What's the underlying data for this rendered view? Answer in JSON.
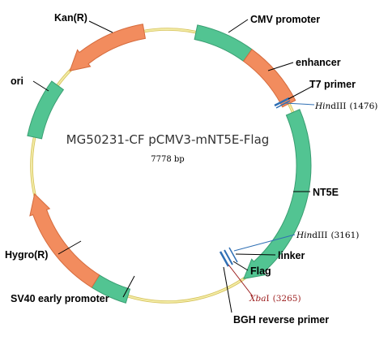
{
  "plasmid": {
    "name": "MG50231-CF pCMV3-mNT5E-Flag",
    "size": "7778 bp"
  },
  "colors": {
    "backbone": "#f2eba6",
    "backbone_edge": "#d6c25a",
    "green": "#52c492",
    "green_edge": "#3a9e72",
    "orange": "#f28c5e",
    "orange_edge": "#d56b3d",
    "blue_site": "#2f6fb4",
    "leader": "#000000"
  },
  "features": [
    {
      "name": "CMV promoter",
      "color": "green"
    },
    {
      "name": "enhancer",
      "color": "orange"
    },
    {
      "name": "T7 primer",
      "color": "blue_site"
    },
    {
      "name": "NT5E",
      "color": "green"
    },
    {
      "name": "linker",
      "color": "blue_site"
    },
    {
      "name": "Flag",
      "color": "blue_site"
    },
    {
      "name": "BGH reverse primer",
      "color": "blue_site"
    },
    {
      "name": "SV40 early promoter",
      "color": "green"
    },
    {
      "name": "Hygro(R)",
      "color": "orange"
    },
    {
      "name": "ori",
      "color": "green"
    },
    {
      "name": "Kan(R)",
      "color": "orange"
    }
  ],
  "sites": [
    {
      "enzyme_italic": "Hin",
      "enzyme_rest": "dIII",
      "position": "(1476)"
    },
    {
      "enzyme_italic": "Hin",
      "enzyme_rest": "dIII",
      "position": "(3161)"
    },
    {
      "enzyme_italic": "Xba",
      "enzyme_rest": "I",
      "position": "(3265)"
    }
  ]
}
